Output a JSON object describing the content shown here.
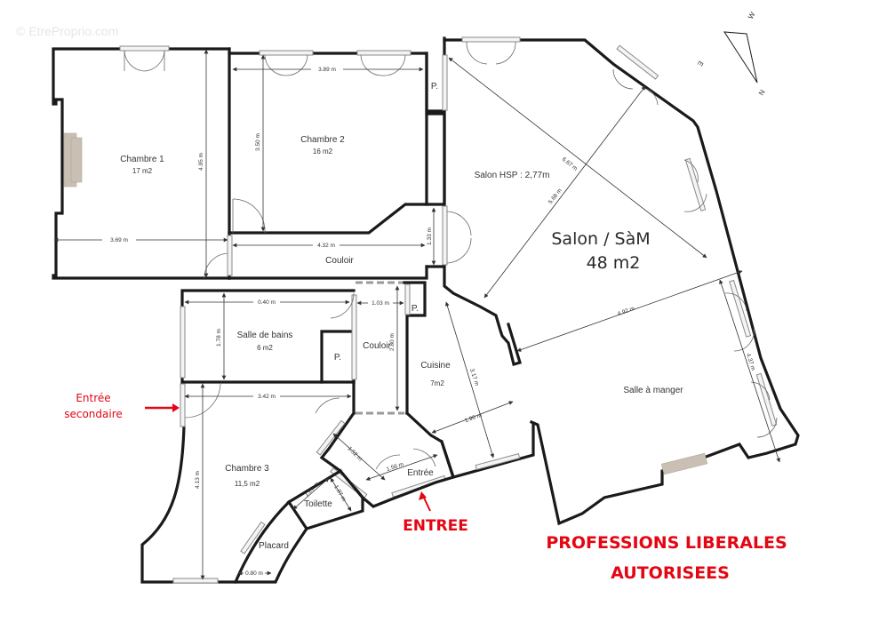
{
  "watermark": "© EtreProprio.com",
  "compass": {
    "letters": {
      "north": "N",
      "west": "W",
      "east": "E"
    }
  },
  "rooms": {
    "chambre1": {
      "name": "Chambre 1",
      "area": "17 m2",
      "dim_width": "3.69 m",
      "dim_height": "4.95 m"
    },
    "chambre2": {
      "name": "Chambre 2",
      "area": "16 m2",
      "dim_width": "3.89 m",
      "dim_height": "3.50 m"
    },
    "couloir_top": {
      "name": "Couloir",
      "dim_width": "4.32 m",
      "dim_height": "1.33 m"
    },
    "placard_top": {
      "name": "P."
    },
    "salon": {
      "name": "Salon HSP : 2,77m",
      "big_name": "Salon / SàM",
      "big_area": "48 m2",
      "diag1": "6.67 m",
      "diag2": "5.68 m"
    },
    "salle_a_manger": {
      "name": "Salle à manger",
      "dim_width": "4.92 m",
      "dim_height": "4.37 m"
    },
    "salle_de_bains": {
      "name": "Salle de bains",
      "area": "6 m2",
      "dim_width": "0.40 m",
      "dim_height": "1.78 m"
    },
    "placard_sdb": {
      "name": "P."
    },
    "couloir_mid": {
      "name": "Couloir",
      "dim_width": "1.03 m",
      "dim_height": "2.80 m"
    },
    "placard_mid": {
      "name": "P."
    },
    "cuisine": {
      "name": "Cuisine",
      "area": "7m2",
      "dim_width": "1.96 m",
      "dim_height": "3.17 m"
    },
    "chambre3": {
      "name": "Chambre 3",
      "area": "11,5 m2",
      "dim_width": "3.42 m",
      "dim_height": "4.13 m"
    },
    "entree": {
      "name": "Entrée",
      "dim_width": "1.56 m",
      "dim_height": "1.52 m"
    },
    "toilette": {
      "name": "Toilette",
      "dim_width": "1.29 m",
      "dim_height": "1.07 m"
    },
    "placard_bottom": {
      "name": "Placard",
      "dim_width": "0.80 m"
    }
  },
  "annotations": {
    "secondary_entrance_line1": "Entrée",
    "secondary_entrance_line2": "secondaire",
    "main_entrance": "ENTREE",
    "professions_line1": "PROFESSIONS LIBERALES",
    "professions_line2": "AUTORISEES",
    "accent_color": "#e30613"
  }
}
